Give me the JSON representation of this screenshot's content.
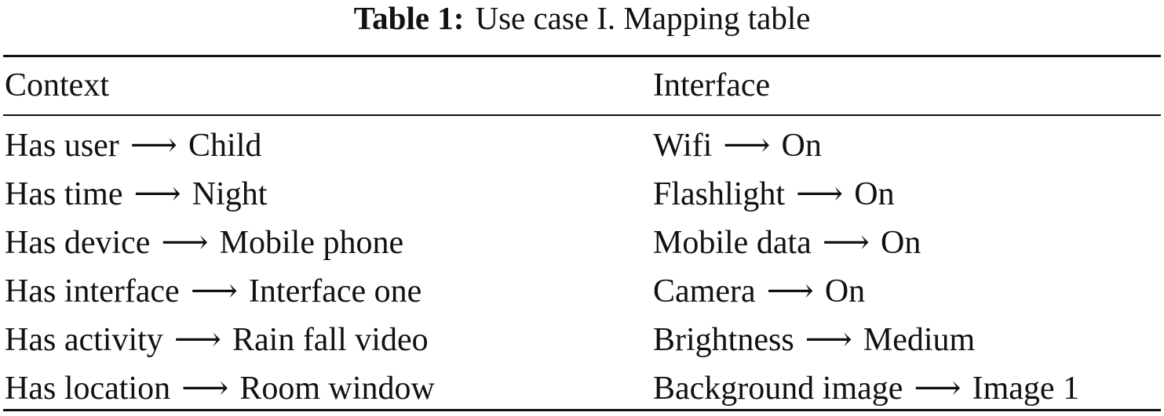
{
  "caption": {
    "label": "Table 1:",
    "title": "Use case I. Mapping table"
  },
  "table": {
    "headers": [
      "Context",
      "Interface"
    ],
    "arrow": "⟶",
    "rows": [
      {
        "context_key": "Has user",
        "context_value": "Child",
        "interface_key": "Wifi",
        "interface_value": "On"
      },
      {
        "context_key": "Has time",
        "context_value": "Night",
        "interface_key": "Flashlight",
        "interface_value": "On"
      },
      {
        "context_key": "Has device",
        "context_value": "Mobile phone",
        "interface_key": "Mobile data",
        "interface_value": "On"
      },
      {
        "context_key": "Has interface",
        "context_value": "Interface one",
        "interface_key": "Camera",
        "interface_value": "On"
      },
      {
        "context_key": "Has activity",
        "context_value": "Rain fall video",
        "interface_key": "Brightness",
        "interface_value": "Medium"
      },
      {
        "context_key": "Has location",
        "context_value": "Room window",
        "interface_key": "Background image",
        "interface_value": "Image 1"
      }
    ]
  }
}
